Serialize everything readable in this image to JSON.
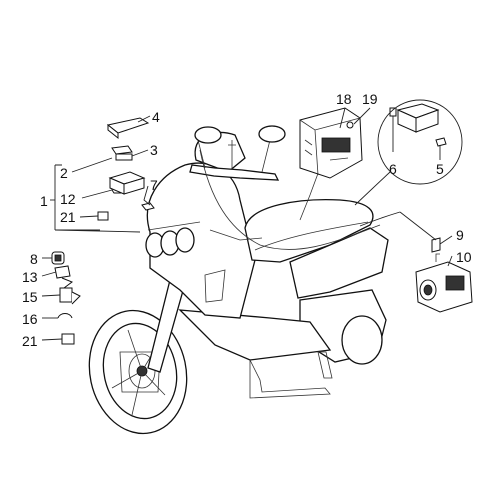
{
  "callouts": {
    "n1": "1",
    "n2": "2",
    "n3": "3",
    "n4": "4",
    "n5": "5",
    "n6": "6",
    "n7": "7",
    "n8": "8",
    "n9": "9",
    "n10": "10",
    "n12": "12",
    "n13": "13",
    "n15": "15",
    "n16": "16",
    "n18": "18",
    "n19": "19",
    "n21a": "21",
    "n21b": "21"
  },
  "colors": {
    "line": "#222222",
    "background": "#ffffff"
  },
  "icons": [
    "scooter-illustration",
    "relay-part",
    "fuse-box-part",
    "ecu-part",
    "throttle-body-part",
    "battery-part"
  ]
}
